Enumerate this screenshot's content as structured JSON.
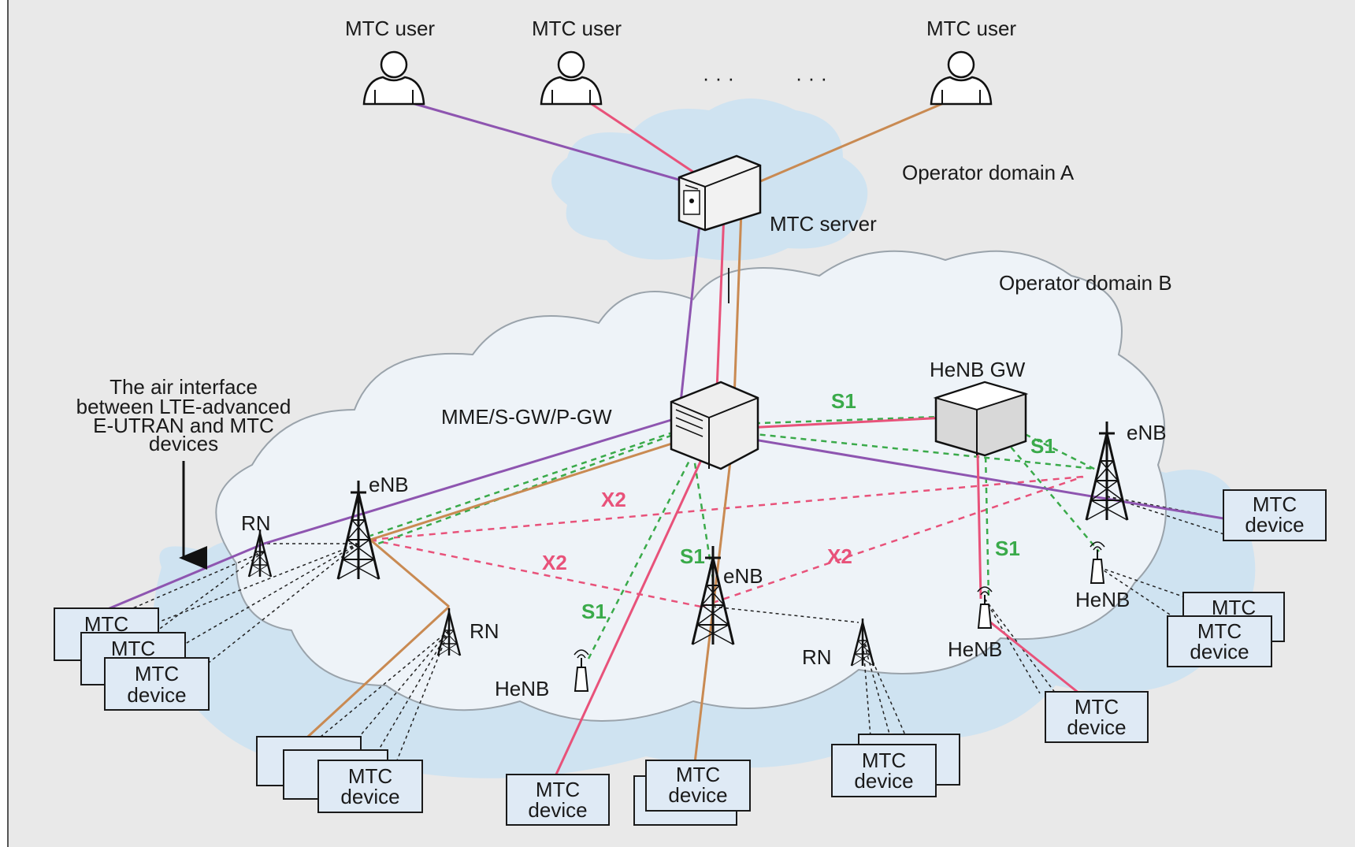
{
  "users": [
    {
      "label": "MTC user"
    },
    {
      "label": "MTC user"
    },
    {
      "label": "MTC user"
    }
  ],
  "ellipsis": [
    "· · ·",
    "· · ·"
  ],
  "domains": {
    "a": "Operator domain A",
    "b": "Operator domain B"
  },
  "nodes": {
    "mtc_server": "MTC server",
    "core": "MME/S-GW/P-GW",
    "henb_gw": "HeNB GW"
  },
  "air_interface_note": [
    "The air interface",
    "between LTE-advanced",
    "E-UTRAN and MTC",
    "devices"
  ],
  "stations": {
    "enb": "eNB",
    "rn": "RN",
    "henb": "HeNB"
  },
  "interfaces": {
    "s1": "S1",
    "x2": "X2"
  },
  "device": {
    "line1": "MTC",
    "line2": "device"
  },
  "colors": {
    "purple": "#8e55b0",
    "pink": "#e8527a",
    "orange": "#c98a52",
    "green_dashed": "#3aaa4a",
    "pink_dashed": "#e8527a",
    "cloud_a": "#cfe3f1",
    "cloud_b": "#eef3f8",
    "cloud_b_outer": "#cfe3f1",
    "background": "#e9e9e9",
    "device_fill": "#dfeaf5"
  }
}
